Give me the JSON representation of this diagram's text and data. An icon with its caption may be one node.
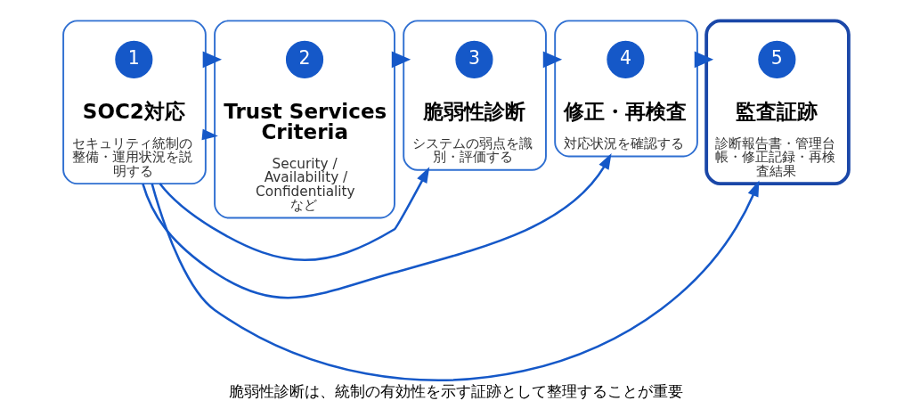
{
  "diagram": {
    "caption": "脆弱性診断は、統制の有効性を示す証跡として整理することが重要",
    "nodes": [
      {
        "text": [
          "SOC2対応",
          "セキュリティ統制の整備・運用状況を説明する"
        ]
      },
      {
        "text": [
          "1"
        ],
        "in": 0
      },
      {
        "text": [
          "Trust Services Criteria",
          "Security / Availability / Confidentiality など"
        ]
      },
      {
        "text": [
          "2"
        ],
        "in": 2
      },
      {
        "text": [
          "脆弱性診断",
          "システムの弱点を識別・評価する"
        ]
      },
      {
        "text": [
          "3"
        ],
        "in": 4
      },
      {
        "text": [
          "修正・再検査",
          "対応状況を確認する"
        ]
      },
      {
        "text": [
          "4"
        ],
        "in": 6
      },
      {
        "text": [
          "監査証跡",
          "診断報告書・管理台帳・修正記録・再検査結果"
        ]
      },
      {
        "text": [
          "5"
        ],
        "in": 8
      }
    ],
    "edges": [
      {
        "from": 0,
        "to": 2,
        "arrow": "to",
        "style": "thick"
      },
      {
        "from": 2,
        "to": 4,
        "arrow": "to",
        "style": "thick"
      },
      {
        "from": 4,
        "to": 6,
        "arrow": "to",
        "style": "thick"
      },
      {
        "from": 6,
        "to": 8,
        "arrow": "to",
        "style": "thick"
      },
      {
        "from": 0,
        "to": 2,
        "arrow": "to"
      },
      {
        "from": 0,
        "to": 4,
        "arrow": "to"
      },
      {
        "from": 0,
        "to": 6,
        "arrow": "to"
      },
      {
        "from": 0,
        "to": 8,
        "arrow": "to"
      }
    ]
  }
}
